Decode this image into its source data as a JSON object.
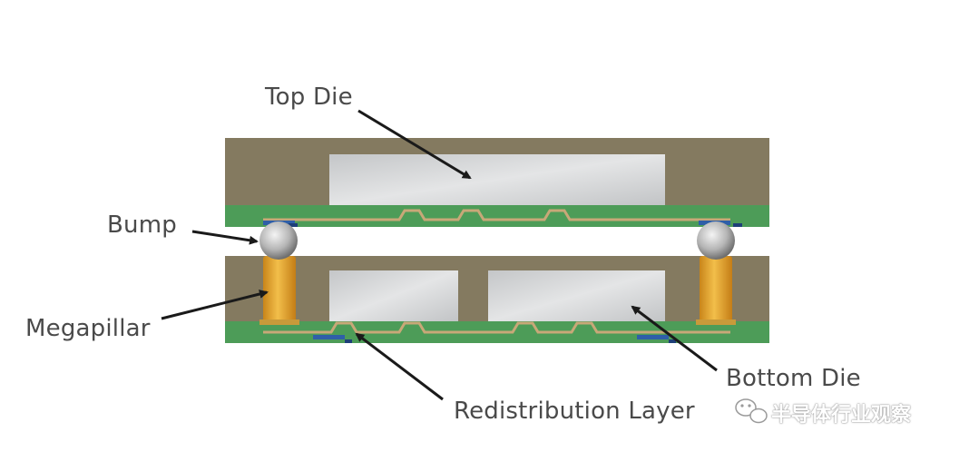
{
  "labels": {
    "top_die": "Top Die",
    "bump": "Bump",
    "megapillar": "Megapillar",
    "redistribution_layer": "Redistribution Layer",
    "bottom_die": "Bottom Die"
  },
  "watermark": {
    "text": "半导体行业观察",
    "icon": "wechat-icon"
  },
  "colors": {
    "mold": "#847a60",
    "die": "#d0d2d4",
    "rdl_green": "#4d9c58",
    "trace": "#c8a878",
    "pad_blue": "#2f5fa8",
    "bump": "#b8b8b8",
    "pillar": "#e3a12c",
    "arrow": "#1a1a1a",
    "label_text": "#4a4a4a"
  }
}
